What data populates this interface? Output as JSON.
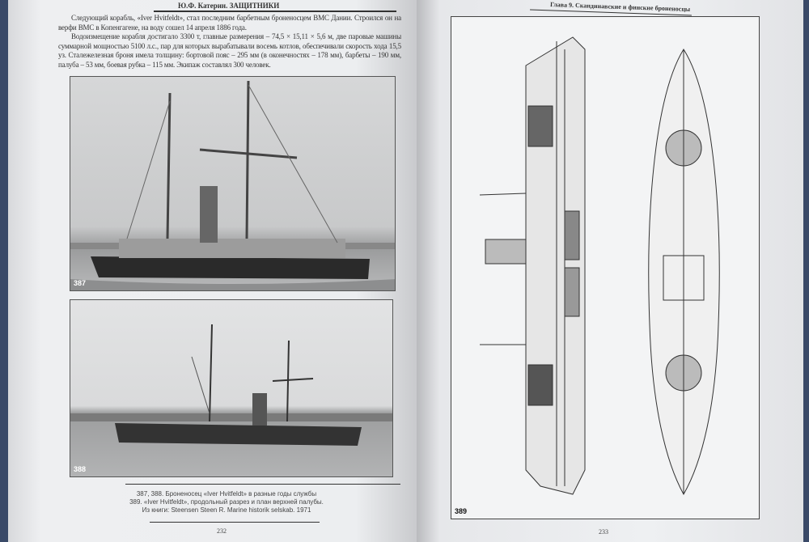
{
  "left_page": {
    "running_head": "Ю.Ф. Катерин. ЗАЩИТНИКИ",
    "paragraphs": [
      "Следующий корабль, «Iver Hvitfeldt», стал последним барбетным броненосцем ВМС Дании. Строился он на верфи ВМС в Копенгагене, на воду сошел 14 апреля 1886 года.",
      "Водоизмещение корабля достигало 3300 т, главные размерения – 74,5 × 15,11 × 5,6 м, две паровые машины суммарной мощностью 5100 л.с., пар для которых вырабатывали восемь котлов, обеспечивали скорость хода 15,5 уз. Сталежелезная броня имела толщину: бортовой пояс – 295 мм (в оконечностях – 178 мм), барбеты – 190 мм, палуба – 53 мм, боевая рубка – 115 мм. Экипаж составлял 300 человек."
    ],
    "photo_1_label": "387",
    "photo_2_label": "388",
    "caption": [
      "387, 388. Броненосец «Iver Hvitfeldt» в разные годы службы",
      "389. «Iver Hvitfeldt», продольный разрез и план верхней палубы.",
      "Из книги: Steensen Steen R. Marine historik selskab. 1971"
    ],
    "page_number": "232"
  },
  "right_page": {
    "running_head": "Глава 9. Скандинавские и финские броненосцы",
    "figure_label": "389",
    "page_number": "233"
  }
}
